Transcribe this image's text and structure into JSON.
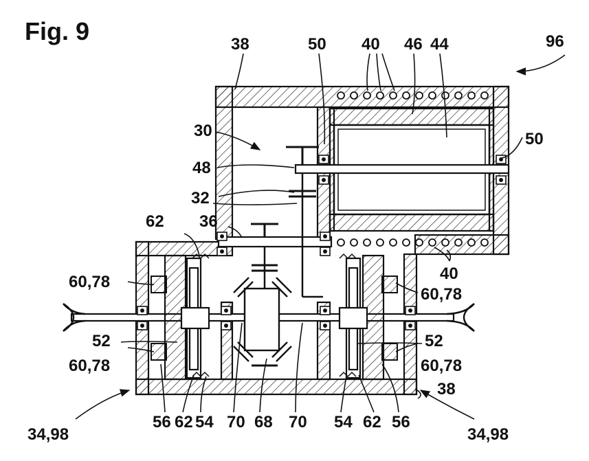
{
  "figure": {
    "title": "Fig. 9",
    "labels": {
      "l96": "96",
      "l38_top": "38",
      "l50_top": "50",
      "l40_top": "40",
      "l46": "46",
      "l44": "44",
      "l50_right": "50",
      "l30": "30",
      "l48": "48",
      "l32": "32",
      "l62_top": "62",
      "l36": "36",
      "l40_right": "40",
      "l60_78_lt": "60,78",
      "l60_78_rt": "60,78",
      "l52_l": "52",
      "l52_r": "52",
      "l60_78_lb": "60,78",
      "l60_78_rb": "60,78",
      "l38_right": "38",
      "l34_98_l": "34,98",
      "l34_98_r": "34,98",
      "l56_l": "56",
      "l62_bl": "62",
      "l54_l": "54",
      "l70_l": "70",
      "l68": "68",
      "l70_r": "70",
      "l54_r": "54",
      "l62_br": "62",
      "l56_r": "56"
    }
  }
}
